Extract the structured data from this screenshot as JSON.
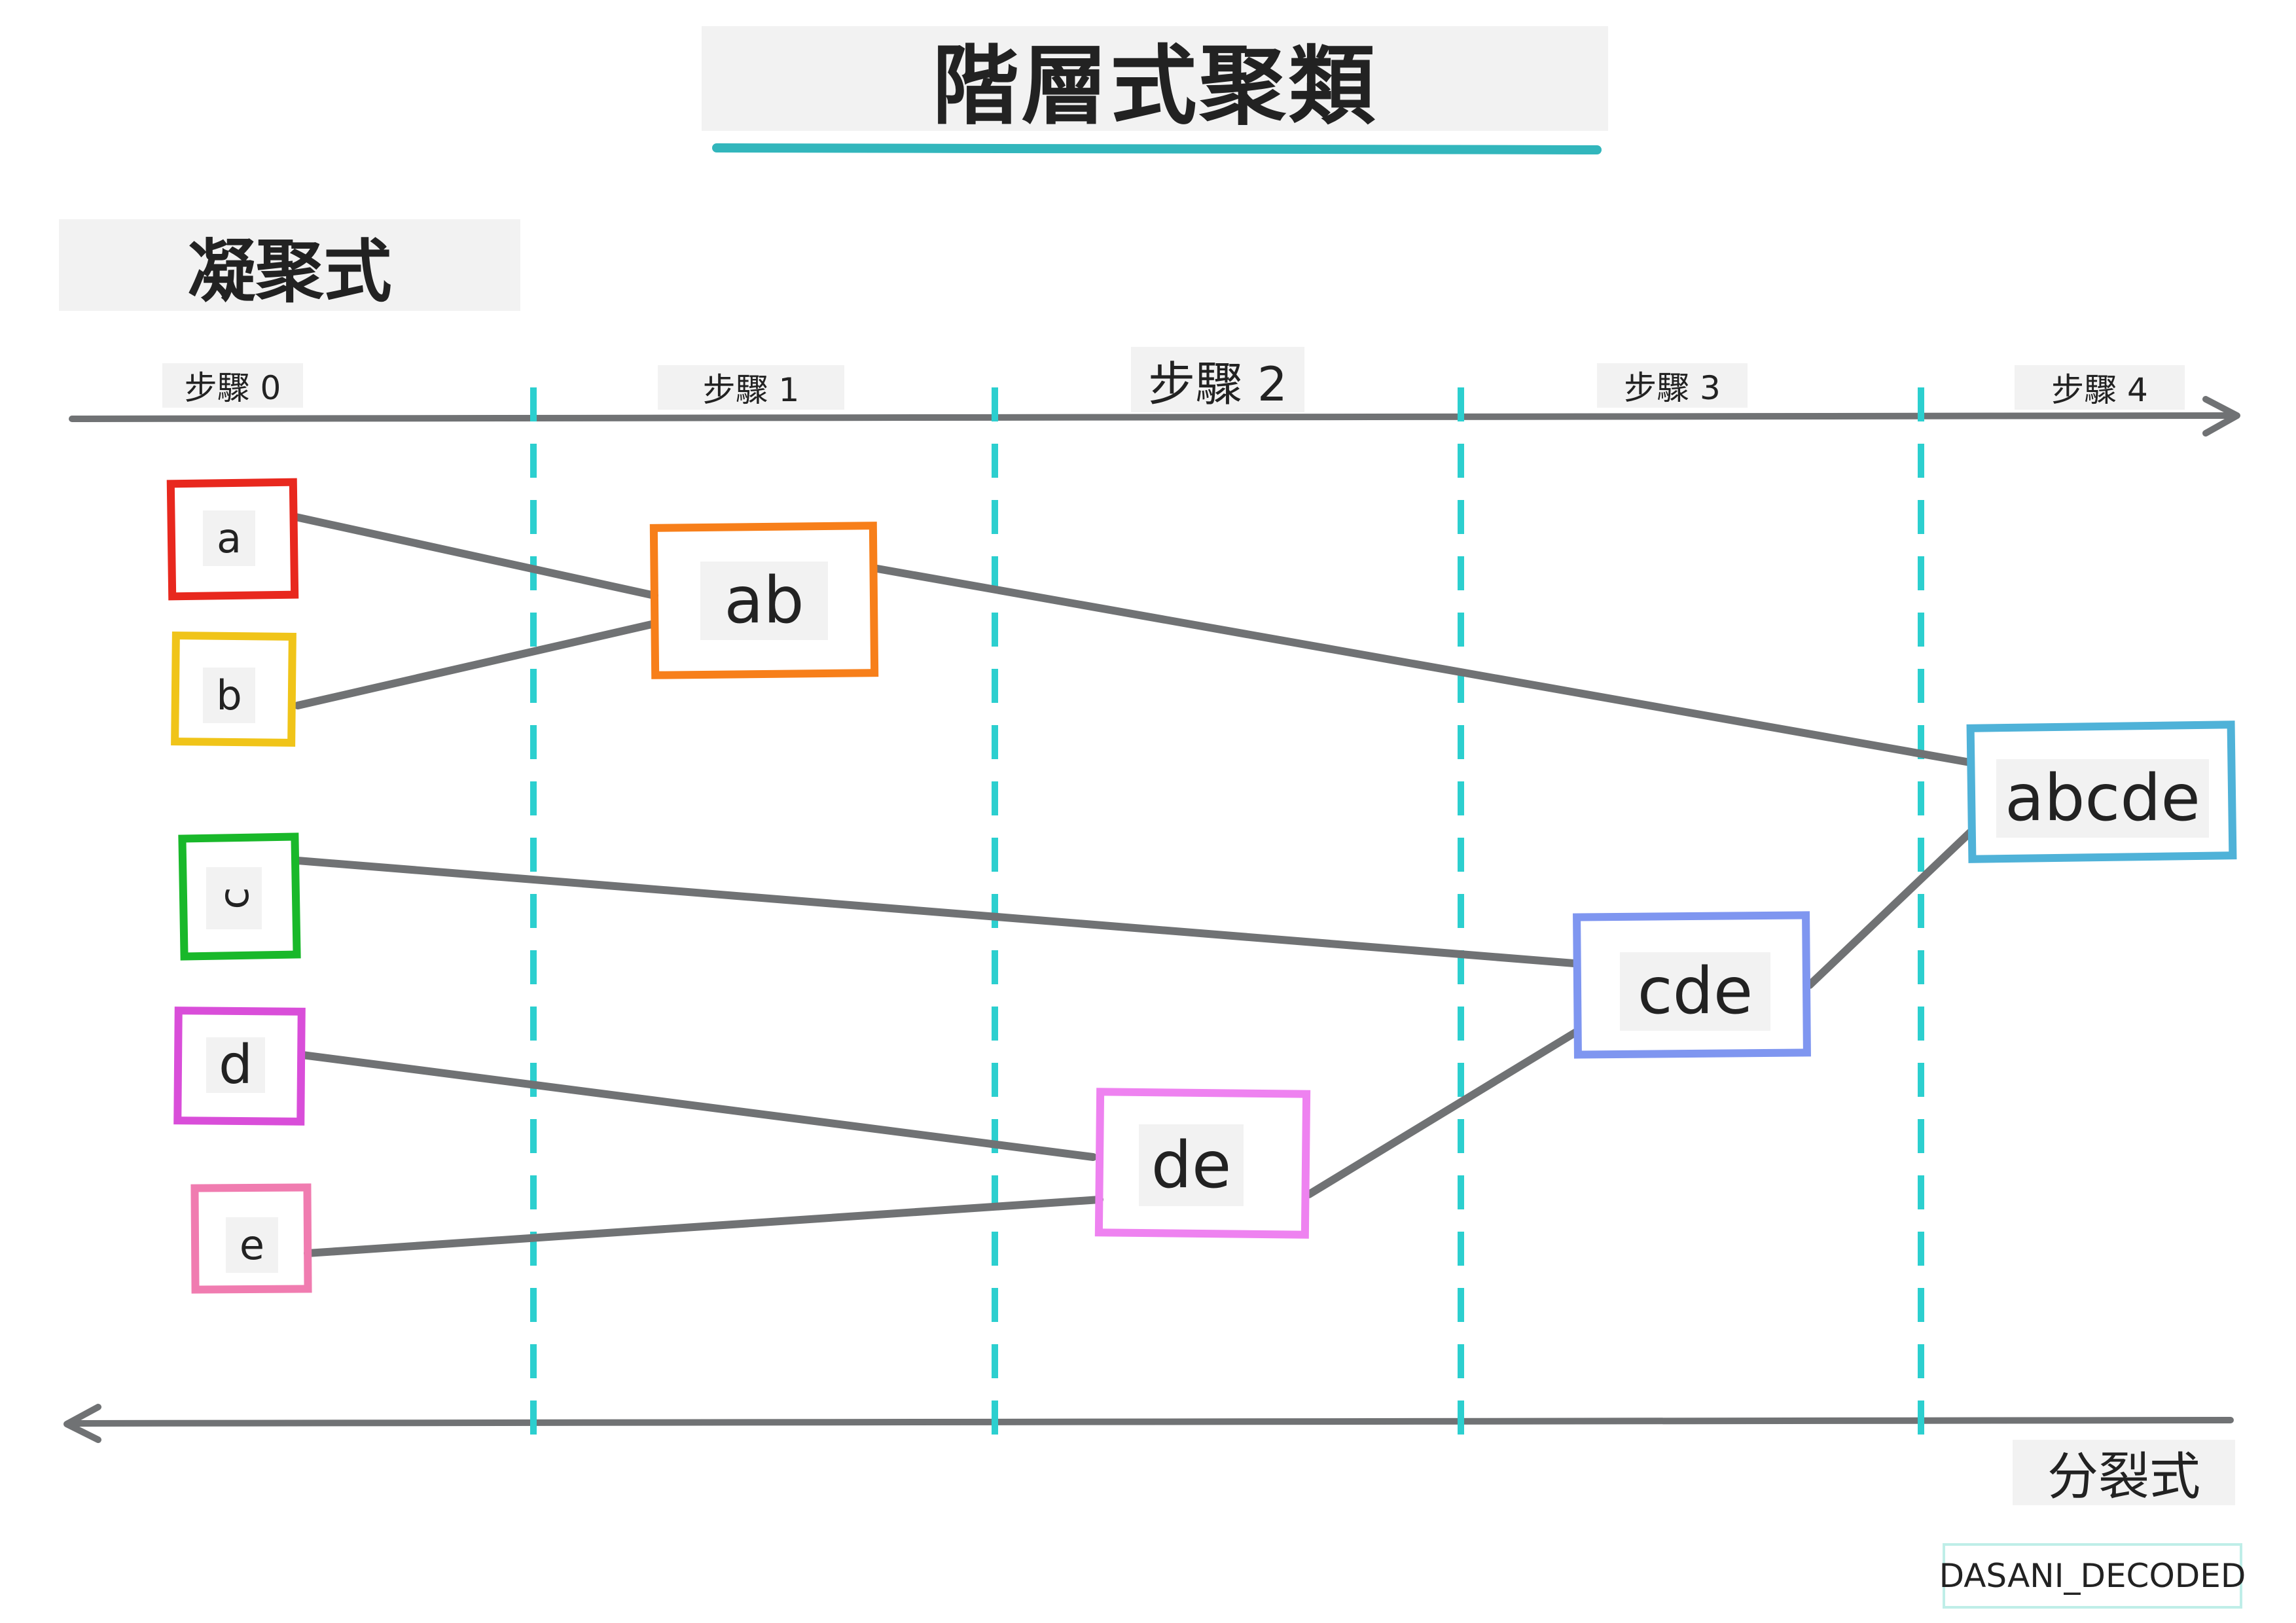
{
  "title": "階層式聚類",
  "agglomerative_label": "凝聚式",
  "divisive_label": "分裂式",
  "steps": [
    "步驟 0",
    "步驟 1",
    "步驟 2",
    "步驟 3",
    "步驟 4"
  ],
  "nodes": {
    "a": "a",
    "b": "b",
    "c": "c",
    "d": "d",
    "e": "e",
    "ab": "ab",
    "de": "de",
    "cde": "cde",
    "abcde": "abcde"
  },
  "credit": "DASANI_DECODED",
  "colors": {
    "a": "#e8281e",
    "b": "#f0c419",
    "c": "#19b82a",
    "d": "#d94ed9",
    "e": "#f07cb0",
    "ab": "#f77f1a",
    "de": "#ee82f0",
    "cde": "#7f96f0",
    "abcde": "#4fb2d8",
    "divider": "#2ccfcf",
    "connector": "#707274",
    "title_underline": "#32b6bc"
  }
}
